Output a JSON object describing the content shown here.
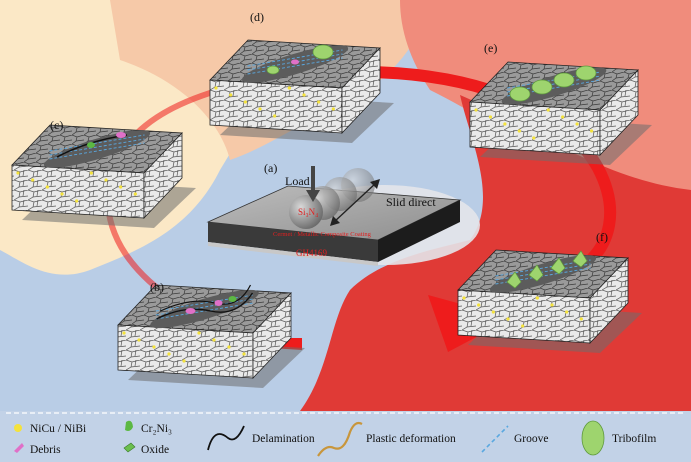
{
  "colors": {
    "bg_cream": "#fbe8c6",
    "bg_peach": "#f6c9a8",
    "bg_salmon": "#f08c7c",
    "bg_red": "#e03a36",
    "bg_blue": "#b9cde6",
    "bg_grey": "#e4e6ea",
    "cycle_arrow": "#ee1c1c",
    "tribofilm": "#9ed46e",
    "nicu": "#f4e23c",
    "debris": "#e070c8",
    "groove": "#5aa8e0",
    "plastic": "#c8963c"
  },
  "stages": {
    "a": "(a)",
    "b": "(b)",
    "c": "(c)",
    "d": "(d)",
    "e": "(e)",
    "f": "(f)"
  },
  "center": {
    "load": "Load",
    "slide": "Slid direct",
    "ball": "Si₃N₄",
    "coating": "Cermet / Metallic Composite Coating",
    "substrate": "GH4169"
  },
  "legend": {
    "nicu": "NiCu / NiBi",
    "cr2ni3": "Cr₂Ni₃",
    "delamination": "Delamination",
    "plastic": "Plastic deformation",
    "groove": "Groove",
    "tribofilm": "Tribofilm",
    "debris": "Debris",
    "oxide": "Oxide"
  }
}
